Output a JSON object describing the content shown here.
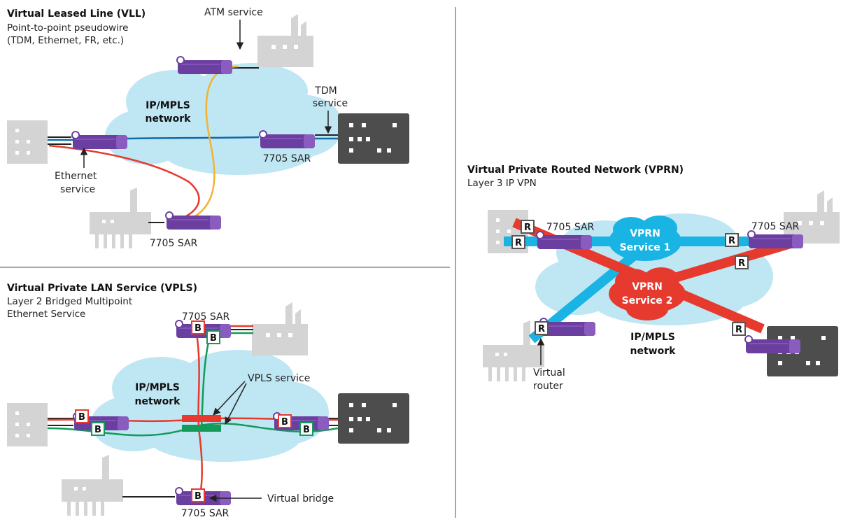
{
  "colors": {
    "cloud": "#bfe6f3",
    "router_purple": "#6b3fa0",
    "building_light": "#d4d4d4",
    "building_dark": "#4d4d4d",
    "red": "#e63a2e",
    "green": "#159a5a",
    "blue": "#0f6aa8",
    "cyan": "#19b4e3",
    "orange": "#f4b234",
    "divider": "#a8a8a8"
  },
  "vll": {
    "title": "Virtual Leased Line (VLL)",
    "subtitle_1": "Point-to-point pseudowire",
    "subtitle_2": "(TDM, Ethernet, FR, etc.)",
    "atm_label": "ATM service",
    "tdm_label_1": "TDM",
    "tdm_label_2": "service",
    "cloud_label_1": "IP/MPLS",
    "cloud_label_2": "network",
    "ethernet_label_1": "Ethernet",
    "ethernet_label_2": "service",
    "sar_right": "7705 SAR",
    "sar_bottom": "7705 SAR"
  },
  "vpls": {
    "title": "Virtual Private LAN Service (VPLS)",
    "subtitle_1": "Layer 2 Bridged Multipoint",
    "subtitle_2": "Ethernet Service",
    "sar_top": "7705 SAR",
    "sar_bottom": "7705 SAR",
    "cloud_label_1": "IP/MPLS",
    "cloud_label_2": "network",
    "vpls_service_label": "VPLS service",
    "virtual_bridge_label": "Virtual bridge",
    "bridge_mark": "B"
  },
  "vprn": {
    "title": "Virtual Private Routed Network (VPRN)",
    "subtitle": "Layer 3 IP VPN",
    "sar_left": "7705 SAR",
    "sar_right": "7705 SAR",
    "service1_1": "VPRN",
    "service1_2": "Service 1",
    "service2_1": "VPRN",
    "service2_2": "Service 2",
    "cloud_label_1": "IP/MPLS",
    "cloud_label_2": "network",
    "virtual_router_1": "Virtual",
    "virtual_router_2": "router",
    "router_mark": "R"
  }
}
